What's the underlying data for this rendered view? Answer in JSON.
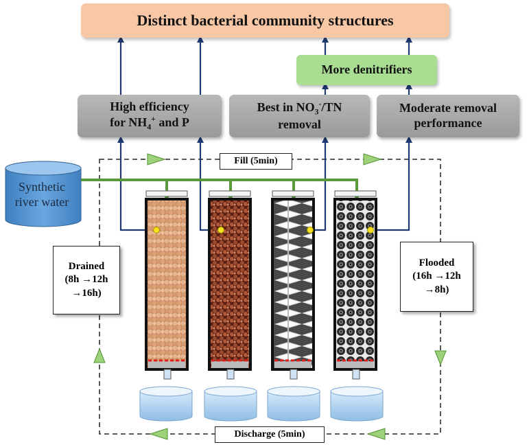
{
  "top_box": "Distinct bacterial community structures",
  "green_box": "More denitrifiers",
  "gray_boxes": [
    {
      "line1": "High efficiency",
      "line2_pre": "for NH",
      "line2_sub": "4",
      "line2_sup": "+",
      "line2_post": " and P"
    },
    {
      "line1_pre": "Best in  NO",
      "line1_sub": "3",
      "line1_sup": "-",
      "line1_post": "/TN",
      "line2": "removal"
    },
    {
      "line1": "Moderate removal",
      "line2": "performance"
    }
  ],
  "tank": {
    "line1": "Synthetic",
    "line2": "river water"
  },
  "fill_label": "Fill (5min)",
  "discharge_label": "Discharge (5min)",
  "drained": {
    "title": "Drained",
    "line2": "(8h →12h",
    "line3": "→16h)"
  },
  "flooded": {
    "title": "Flooded",
    "line2": "(16h →12h",
    "line3": "→8h)"
  },
  "colors": {
    "arrow_blue": "#1f3a73",
    "pipe_green": "#5a9a3a",
    "arrow_green": "#9ed27a",
    "tank_blue": "#5b9bd5"
  },
  "columns": [
    {
      "media": "ceramsite",
      "color": "#d9a27a"
    },
    {
      "media": "zeolite-red",
      "color": "#8a3a22"
    },
    {
      "media": "spiral-brush",
      "color": "#9a9a9a"
    },
    {
      "media": "black-balls",
      "color": "#3a3a3a"
    }
  ]
}
